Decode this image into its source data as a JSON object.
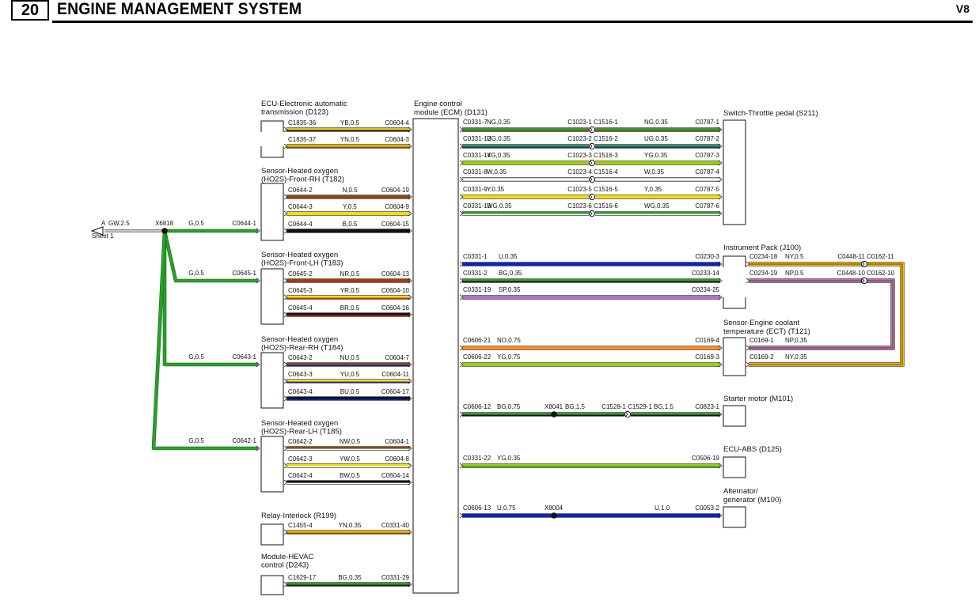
{
  "header": {
    "page_number": "20",
    "title": "ENGINE MANAGEMENT SYSTEM",
    "variant": "V8"
  },
  "ecm": {
    "label": [
      "Engine control",
      "module (ECM) (D131)"
    ]
  },
  "left_components": [
    {
      "id": "d123",
      "label": [
        "ECU-Electronic automatic",
        "transmission (D123)"
      ],
      "wires": [
        {
          "left": "C1835-36",
          "color_code": "YB,0.5",
          "right": "C0604-4",
          "color": "#e4c000",
          "stripe": "#111111"
        },
        {
          "left": "C1835-37",
          "color_code": "YN,0.5",
          "right": "C0604-3",
          "color": "#e4c000",
          "stripe": "#8a4a10"
        }
      ]
    },
    {
      "id": "t182",
      "label": [
        "Sensor-Heated oxygen",
        "(HO2S)-Front-RH (T182)"
      ],
      "wires": [
        {
          "left": "C0644-2",
          "color_code": "N,0.5",
          "right": "C0604-19",
          "color": "#8a4a10",
          "stripe": ""
        },
        {
          "left": "C0644-3",
          "color_code": "Y,0.5",
          "right": "C0604-9",
          "color": "#f0e000",
          "stripe": ""
        },
        {
          "left": "C0644-4",
          "color_code": "B,0.5",
          "right": "C0604-15",
          "color": "#111111",
          "stripe": ""
        }
      ]
    },
    {
      "id": "t183",
      "label": [
        "Sensor-Heated oxygen",
        "(HO2S)-Front-LH (T183)"
      ],
      "wires": [
        {
          "left": "C0645-2",
          "color_code": "NR,0.5",
          "right": "C0604-13",
          "color": "#8a4a10",
          "stripe": "#d02000"
        },
        {
          "left": "C0645-3",
          "color_code": "YR,0.5",
          "right": "C0604-10",
          "color": "#f0e000",
          "stripe": "#d02000"
        },
        {
          "left": "C0645-4",
          "color_code": "BR,0.5",
          "right": "C0604-16",
          "color": "#111111",
          "stripe": "#d02000"
        }
      ]
    },
    {
      "id": "t184",
      "label": [
        "Sensor-Heated oxygen",
        "(HO2S)-Rear-RH (T184)"
      ],
      "wires": [
        {
          "left": "C0643-2",
          "color_code": "NU,0.5",
          "right": "C0604-7",
          "color": "#8a4a10",
          "stripe": "#1020c0"
        },
        {
          "left": "C0643-3",
          "color_code": "YU,0.5",
          "right": "C0604-11",
          "color": "#f0e000",
          "stripe": "#1020c0"
        },
        {
          "left": "C0643-4",
          "color_code": "BU,0.5",
          "right": "C0604-17",
          "color": "#111111",
          "stripe": "#1020c0"
        }
      ]
    },
    {
      "id": "t185",
      "label": [
        "Sensor-Heated oxygen",
        "(HO2S)-Rear-LH (T185)"
      ],
      "wires": [
        {
          "left": "C0642-2",
          "color_code": "NW,0.5",
          "right": "C0604-1",
          "color": "#8a4a10",
          "stripe": "#ffffff"
        },
        {
          "left": "C0642-3",
          "color_code": "YW,0.5",
          "right": "C0604-8",
          "color": "#f0e000",
          "stripe": "#ffffff"
        },
        {
          "left": "C0642-4",
          "color_code": "BW,0.5",
          "right": "C0604-14",
          "color": "#111111",
          "stripe": "#ffffff"
        }
      ]
    },
    {
      "id": "r199",
      "label": [
        "Relay-Interlock (R199)"
      ],
      "wires": [
        {
          "left": "C1455-4",
          "color_code": "YN,0.35",
          "right": "C0331-40",
          "color": "#e4c000",
          "stripe": "#8a4a10"
        }
      ]
    },
    {
      "id": "d243",
      "label": [
        "Module-HEVAC",
        "control (D243)"
      ],
      "wires": [
        {
          "left": "C1629-17",
          "color_code": "BG,0.35",
          "right": "C0331-29",
          "color": "#2aa02a",
          "stripe": "#111111"
        }
      ]
    }
  ],
  "ground_feed": {
    "arrow_letter": "A",
    "arrow_code": "GW,2.5",
    "sheet_ref": "Sheet 1",
    "splice": "X6818",
    "branches": [
      {
        "code": "G,0.5",
        "connector": "C0644-1"
      },
      {
        "code": "G,0.5",
        "connector": "C0645-1"
      },
      {
        "code": "G,0.5",
        "connector": "C0643-1"
      },
      {
        "code": "G,0.5",
        "connector": "C0642-1"
      }
    ]
  },
  "right_side": {
    "s211": {
      "label": [
        "Switch-Throttle pedal (S211)"
      ],
      "wires": [
        {
          "ecm": "C0331-7",
          "code": "NG,0.35",
          "mid": "C1023-1 C1516-1",
          "code2": "NG,0.35",
          "end": "C0787-1",
          "color": "#2aa02a",
          "stripe": "#8a4a10"
        },
        {
          "ecm": "C0331-12",
          "code": "UG,0.35",
          "mid": "C1023-2 C1516-2",
          "code2": "UG,0.35",
          "end": "C0787-2",
          "color": "#2aa02a",
          "stripe": "#1020c0"
        },
        {
          "ecm": "C0331-14",
          "code": "YG,0.35",
          "mid": "C1023-3 C1516-3",
          "code2": "YG,0.35",
          "end": "C0787-3",
          "color": "#9bd000",
          "stripe": ""
        },
        {
          "ecm": "C0331-8",
          "code": "W,0.35",
          "mid": "C1023-4 C1516-4",
          "code2": "W,0.35",
          "end": "C0787-4",
          "color": "none",
          "stripe": ""
        },
        {
          "ecm": "C0331-9",
          "code": "Y,0.35",
          "mid": "C1023-5 C1516-5",
          "code2": "Y,0.35",
          "end": "C0787-5",
          "color": "#f0e000",
          "stripe": ""
        },
        {
          "ecm": "C0331-13",
          "code": "WG,0.35",
          "mid": "C1023-6 C1516-6",
          "code2": "WG,0.35",
          "end": "C0787-6",
          "color": "#2aa02a",
          "stripe": "#ffffff"
        }
      ]
    },
    "j100": {
      "label": [
        "Instrument Pack (J100)"
      ],
      "ecm_wires": [
        {
          "ecm": "C0331-1",
          "code": "U,0.35",
          "end": "C0230-3",
          "color": "#1020c0",
          "stripe": ""
        },
        {
          "ecm": "C0331-2",
          "code": "BG,0.35",
          "end": "C0233-14",
          "color": "#2aa02a",
          "stripe": "#111111"
        },
        {
          "ecm": "C0331-19",
          "code": "SP,0.35",
          "end": "C0234-25",
          "color": "#b070d0",
          "stripe": ""
        }
      ],
      "out_wires": [
        {
          "from": "C0234-18",
          "code": "NY,0.5",
          "to": "C0448-11 C0162-11"
        },
        {
          "from": "C0234-19",
          "code": "NP,0.5",
          "to": "C0448-10 C0162-10"
        }
      ]
    },
    "t121": {
      "label": [
        "Sensor-Engine coolant",
        "temperature (ECT) (T121)"
      ],
      "ecm_wires": [
        {
          "ecm": "C0606-21",
          "code": "NO,0.75",
          "end": "C0169-4",
          "color": "#ff8c20",
          "stripe": ""
        },
        {
          "ecm": "C0606-22",
          "code": "YG,0.75",
          "end": "C0169-3",
          "color": "#9bd000",
          "stripe": ""
        }
      ],
      "pins": [
        {
          "pin": "C0169-1",
          "code": "NP,0.35"
        },
        {
          "pin": "C0169-2",
          "code": "NY,0.35"
        }
      ]
    },
    "m101": {
      "label": [
        "Starter motor (M101)"
      ],
      "wire": {
        "ecm": "C0606-12",
        "code": "BG,0.75",
        "splice": "X8041",
        "code2": "BG,1.5",
        "mid": "C1528-1 C1529-1",
        "code3": "BG,1.5",
        "end": "C0823-1"
      }
    },
    "d125": {
      "label": [
        "ECU-ABS (D125)"
      ],
      "wire": {
        "ecm": "C0331-22",
        "code": "YG,0.35",
        "end": "C0506-19"
      }
    },
    "m100": {
      "label": [
        "Alternator/",
        "generator (M100)"
      ],
      "wire": {
        "ecm": "C0606-13",
        "code": "U,0.75",
        "splice": "X8004",
        "code2": "U,1.0",
        "end": "C0053-2"
      }
    }
  }
}
